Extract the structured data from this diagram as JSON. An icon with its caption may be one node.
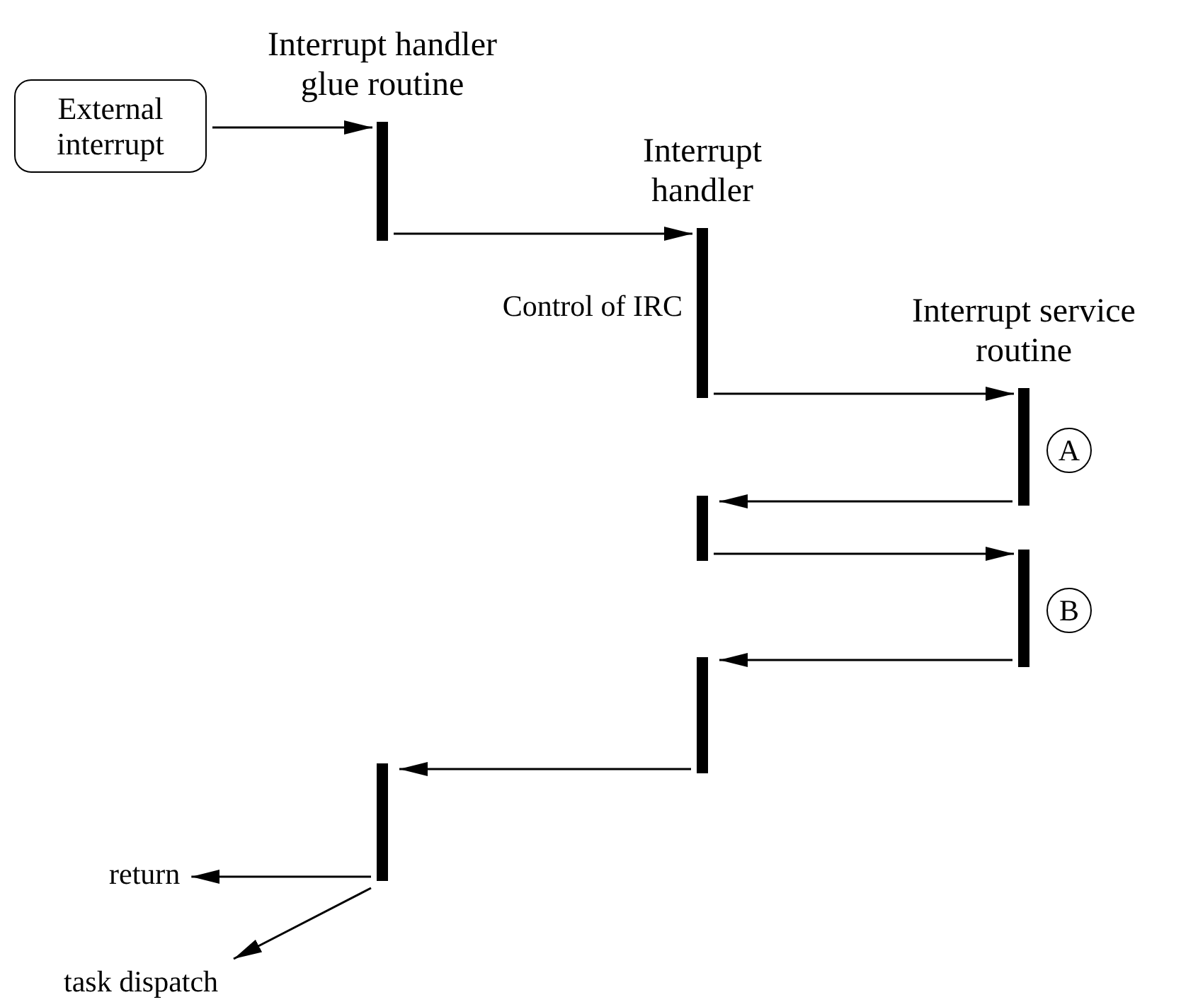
{
  "diagram": {
    "nodes": [
      {
        "text": [
          "External interrupt"
        ]
      },
      {
        "text": [
          "Interrupt handler glue routine"
        ]
      },
      {
        "text": [
          "Interrupt handler"
        ],
        "beside": [
          "Control of IRC"
        ]
      },
      {
        "text": [
          "Interrupt service routine"
        ],
        "beside": [
          "A"
        ]
      },
      {
        "text": [],
        "shape": "bar"
      },
      {
        "text": [],
        "shape": "bar",
        "beside": [
          "B"
        ]
      },
      {
        "text": [],
        "shape": "bar"
      },
      {
        "text": [],
        "shape": "bar"
      },
      {
        "text": [
          "return"
        ]
      },
      {
        "text": [
          "task dispatch"
        ]
      }
    ],
    "edges": [
      {
        "from": 0,
        "to": 1,
        "arrow": "to"
      },
      {
        "from": 1,
        "to": 2,
        "arrow": "to"
      },
      {
        "from": 2,
        "to": 3,
        "arrow": "to"
      },
      {
        "from": 3,
        "to": 4,
        "arrow": "to"
      },
      {
        "from": 4,
        "to": 5,
        "arrow": "to"
      },
      {
        "from": 5,
        "to": 6,
        "arrow": "to"
      },
      {
        "from": 6,
        "to": 7,
        "arrow": "to"
      },
      {
        "from": 7,
        "to": 8,
        "arrow": "to"
      },
      {
        "from": 7,
        "to": 9,
        "arrow": "to"
      }
    ]
  }
}
